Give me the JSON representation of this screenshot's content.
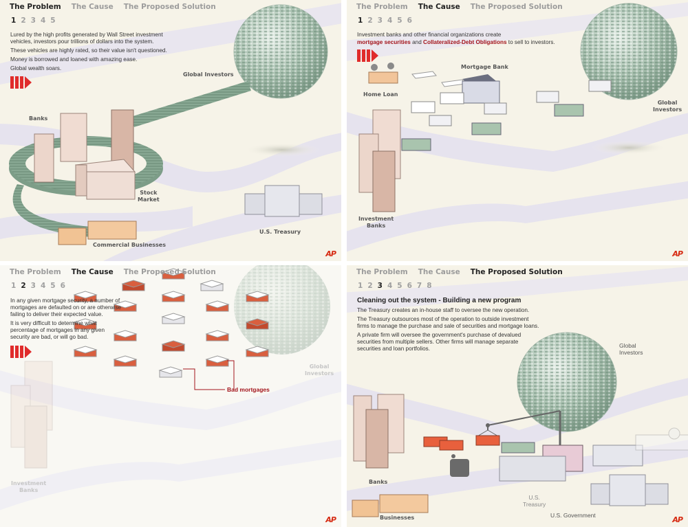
{
  "tabs": [
    "The Problem",
    "The Cause",
    "The Proposed Solution"
  ],
  "brand": "AP",
  "colors": {
    "background": "#f6f3e8",
    "road": "#e6e3ee",
    "money_green": "#7f9e8a",
    "building_pink": "#e8cfc2",
    "accent_red": "#a3141b",
    "arrow_red": "#e02b2b",
    "mortgage_red": "#d95f3f"
  },
  "panels": [
    {
      "active_tab": "The Problem",
      "steps": [
        "1",
        "2",
        "3",
        "4",
        "5"
      ],
      "active_step": "1",
      "paragraphs": [
        "Lured by the high profits generated by Wall Street investment vehicles, investors pour trillions of dollars into the system.",
        "These vehicles are highly rated, so their value isn't questioned.",
        "Money is borrowed and loaned with amazing ease.",
        "Global wealth soars."
      ],
      "next_icon": "next-arrow-icon",
      "labels": {
        "global_investors": "Global Investors",
        "banks": "Banks",
        "stock_market_1": "Stock",
        "stock_market_2": "Market",
        "commercial_businesses": "Commercial Businesses",
        "us_treasury": "U.S. Treasury"
      }
    },
    {
      "active_tab": "The Cause",
      "steps": [
        "1",
        "2",
        "3",
        "4",
        "5",
        "6"
      ],
      "active_step": "1",
      "intro": "Investment banks and other financial organizations create",
      "highlight_1": "mortgage securities",
      "connector": "and",
      "highlight_2": "Collateralized-Debt Obligations",
      "outro": "to sell to investors.",
      "next_icon": "next-arrow-icon",
      "labels": {
        "mortgage_bank": "Mortgage Bank",
        "home_loan": "Home Loan",
        "global_investors_1": "Global",
        "global_investors_2": "Investors",
        "investment_banks_1": "Investment",
        "investment_banks_2": "Banks"
      }
    },
    {
      "active_tab": "The Cause",
      "steps": [
        "1",
        "2",
        "3",
        "4",
        "5",
        "6"
      ],
      "active_step": "2",
      "paragraphs": [
        "In any given mortgage security, a number of mortgages are defaulted on or are otherwise failing to deliver their expected value.",
        "It is very difficult to determine what percentage of mortgages in any given security are bad, or will go bad."
      ],
      "next_icon": "next-arrow-icon",
      "labels": {
        "global_investors_1": "Global",
        "global_investors_2": "Investors",
        "investment_banks_1": "Investment",
        "investment_banks_2": "Banks",
        "bad_mortgages": "Bad mortgages"
      }
    },
    {
      "active_tab": "The Proposed Solution",
      "steps": [
        "1",
        "2",
        "3",
        "4",
        "5",
        "6",
        "7",
        "8"
      ],
      "active_step": "3",
      "heading": "Cleaning out the system - Building a new program",
      "paragraphs": [
        "The Treasury creates an in-house staff to oversee the new operation.",
        "The Treasury outsources most of the operation to outside investment firms to manage the purchase and sale of securities and mortgage loans.",
        "A private firm will oversee the government's purchase of devalued securities from multiple sellers. Other firms will manage separate securities and loan portfolios."
      ],
      "labels": {
        "global_investors_1": "Global",
        "global_investors_2": "Investors",
        "banks": "Banks",
        "businesses": "Businesses",
        "us_treasury_1": "U.S.",
        "us_treasury_2": "Treasury",
        "us_government": "U.S. Government"
      }
    }
  ]
}
